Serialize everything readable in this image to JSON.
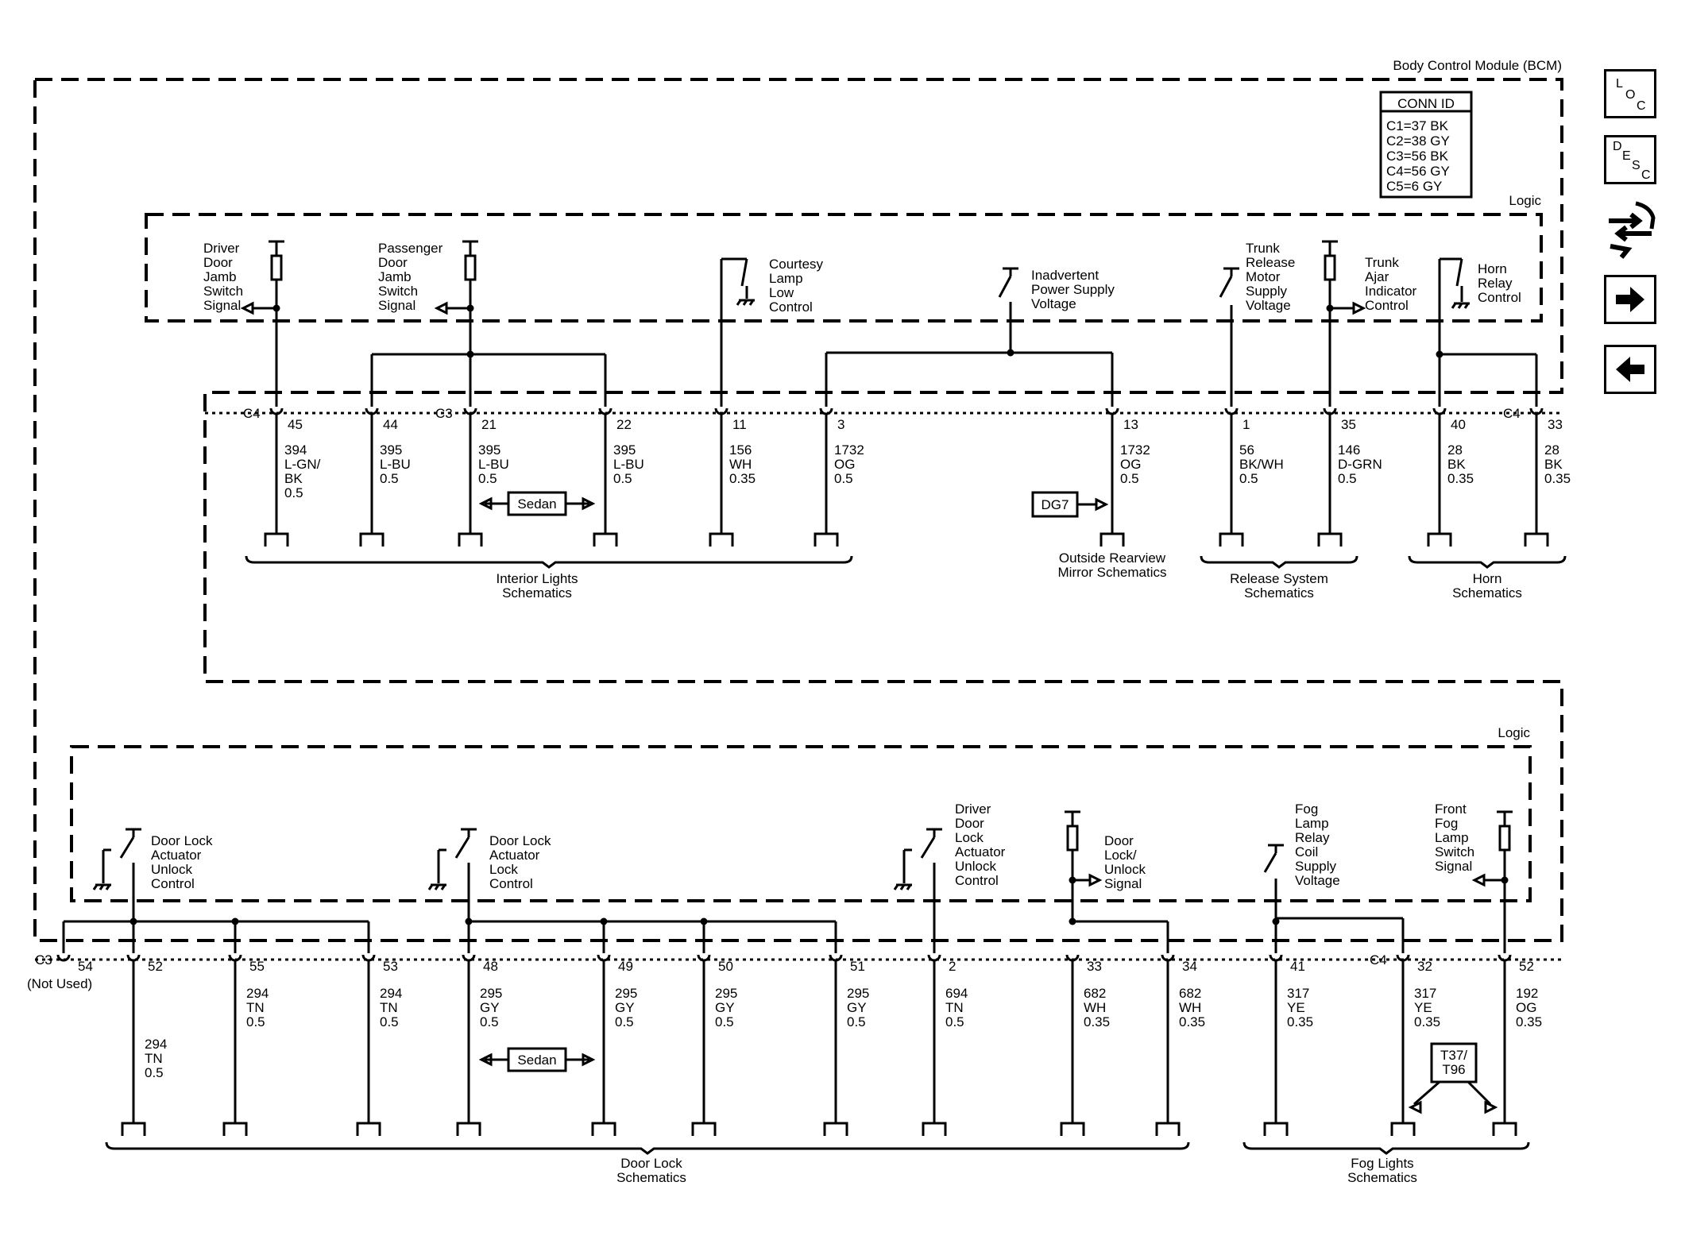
{
  "module_title": "Body Control Module (BCM)",
  "conn_table": {
    "header": "CONN ID",
    "rows": [
      "C1=37 BK",
      "C2=38 GY",
      "C3=56 BK",
      "C4=56 GY",
      "C5=6 GY"
    ]
  },
  "logic_labels": {
    "upper": "Logic",
    "lower": "Logic"
  },
  "nav_buttons": [
    {
      "name": "loc-button",
      "glyphs": [
        "L",
        "O",
        "C"
      ]
    },
    {
      "name": "desc-button",
      "glyphs": [
        "D",
        "E",
        "S",
        "C"
      ]
    },
    {
      "name": "harness-icon"
    },
    {
      "name": "next-page-arrow"
    },
    {
      "name": "previous-page-arrow"
    }
  ],
  "upper_functions": [
    [
      "Driver",
      "Door",
      "Jamb",
      "Switch",
      "Signal"
    ],
    [
      "Passenger",
      "Door",
      "Jamb",
      "Switch",
      "Signal"
    ],
    [
      "Courtesy",
      "Lamp",
      "Low",
      "Control"
    ],
    [
      "Inadvertent",
      "Power Supply",
      "Voltage"
    ],
    [
      "Trunk",
      "Release",
      "Motor",
      "Supply",
      "Voltage"
    ],
    [
      "Trunk",
      "Ajar",
      "Indicator",
      "Control"
    ],
    [
      "Horn",
      "Relay",
      "Control"
    ]
  ],
  "upper_connectors": {
    "a": "C4",
    "b": "C3",
    "c": "C4"
  },
  "upper_pins": [
    {
      "pin": "45",
      "wire": [
        "394",
        "L-GN/",
        "BK",
        "0.5"
      ]
    },
    {
      "pin": "44",
      "wire": [
        "395",
        "L-BU",
        "0.5"
      ]
    },
    {
      "pin": "21",
      "wire": [
        "395",
        "L-BU",
        "0.5"
      ]
    },
    {
      "pin": "22",
      "wire": [
        "395",
        "L-BU",
        "0.5"
      ]
    },
    {
      "pin": "11",
      "wire": [
        "156",
        "WH",
        "0.35"
      ]
    },
    {
      "pin": "3",
      "wire": [
        "1732",
        "OG",
        "0.5"
      ]
    },
    {
      "pin": "13",
      "wire": [
        "1732",
        "OG",
        "0.5"
      ]
    },
    {
      "pin": "1",
      "wire": [
        "56",
        "BK/WH",
        "0.5"
      ]
    },
    {
      "pin": "35",
      "wire": [
        "146",
        "D-GRN",
        "0.5"
      ]
    },
    {
      "pin": "40",
      "wire": [
        "28",
        "BK",
        "0.35"
      ]
    },
    {
      "pin": "33",
      "wire": [
        "28",
        "BK",
        "0.35"
      ]
    }
  ],
  "option_sedan": "Sedan",
  "ref_dg7": "DG7",
  "upper_schematics": [
    [
      "Interior Lights",
      "Schematics"
    ],
    [
      "Outside Rearview",
      "Mirror Schematics"
    ],
    [
      "Release System",
      "Schematics"
    ],
    [
      "Horn",
      "Schematics"
    ]
  ],
  "lower_functions": [
    [
      "Door Lock",
      "Actuator",
      "Unlock",
      "Control"
    ],
    [
      "Door Lock",
      "Actuator",
      "Lock",
      "Control"
    ],
    [
      "Driver",
      "Door",
      "Lock",
      "Actuator",
      "Unlock",
      "Control"
    ],
    [
      "Door",
      "Lock/",
      "Unlock",
      "Signal"
    ],
    [
      "Fog",
      "Lamp",
      "Relay",
      "Coil",
      "Supply",
      "Voltage"
    ],
    [
      "Front",
      "Fog",
      "Lamp",
      "Switch",
      "Signal"
    ]
  ],
  "lower_connectors": {
    "a": "C3",
    "a_note": "(Not Used)",
    "b": "C4"
  },
  "lower_pins": [
    {
      "pin": "54",
      "wire": []
    },
    {
      "pin": "52",
      "wire": [
        "294",
        "TN",
        "0.5"
      ]
    },
    {
      "pin": "55",
      "wire": [
        "294",
        "TN",
        "0.5"
      ]
    },
    {
      "pin": "53",
      "wire": [
        "294",
        "TN",
        "0.5"
      ]
    },
    {
      "pin": "48",
      "wire": [
        "295",
        "GY",
        "0.5"
      ]
    },
    {
      "pin": "49",
      "wire": [
        "295",
        "GY",
        "0.5"
      ]
    },
    {
      "pin": "50",
      "wire": [
        "295",
        "GY",
        "0.5"
      ]
    },
    {
      "pin": "51",
      "wire": [
        "295",
        "GY",
        "0.5"
      ]
    },
    {
      "pin": "2",
      "wire": [
        "694",
        "TN",
        "0.5"
      ]
    },
    {
      "pin": "33",
      "wire": [
        "682",
        "WH",
        "0.35"
      ]
    },
    {
      "pin": "34",
      "wire": [
        "682",
        "WH",
        "0.35"
      ]
    },
    {
      "pin": "41",
      "wire": [
        "317",
        "YE",
        "0.35"
      ]
    },
    {
      "pin": "32",
      "wire": [
        "317",
        "YE",
        "0.35"
      ]
    },
    {
      "pin": "52",
      "wire": [
        "192",
        "OG",
        "0.35"
      ]
    }
  ],
  "ref_t37": [
    "T37/",
    "T96"
  ],
  "lower_schematics": [
    [
      "Door Lock",
      "Schematics"
    ],
    [
      "Fog Lights",
      "Schematics"
    ]
  ]
}
